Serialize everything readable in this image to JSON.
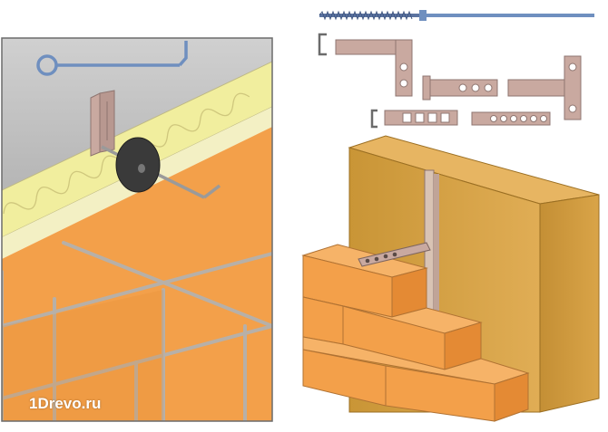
{
  "watermark": {
    "text": "1Drevo.ru"
  },
  "colors": {
    "brick": "#f3a04a",
    "brick_dark": "#e48a34",
    "mortar": "#b7b0a8",
    "insulation": "#f1ee9e",
    "concrete": "#c8c8c8",
    "wood": "#d9a448",
    "wood_dark": "#b98432",
    "metal": "#c9a9a0",
    "rod": "#6f8fbf",
    "washer": "#3a3a3a"
  },
  "icons": {
    "left_panel": "wall-cross-section-illustration",
    "right_panel": "brick-to-timber-tie-illustration"
  }
}
